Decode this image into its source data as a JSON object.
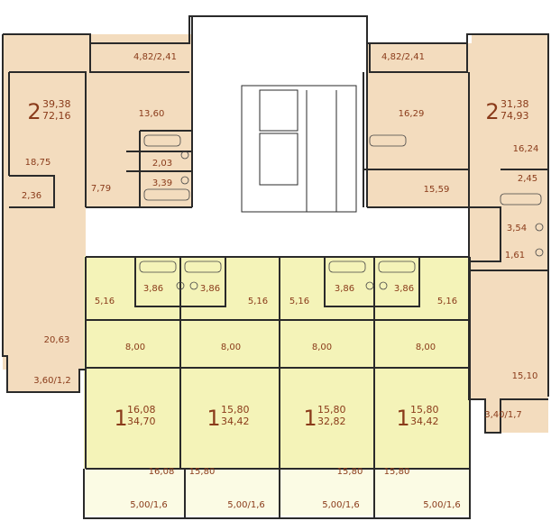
{
  "colors": {
    "tan": "#f3dcbe",
    "yellow": "#f4f3b8",
    "yellow_light": "#fbfbe4",
    "corridor": "#ffffff",
    "wall": "#2a2a2a",
    "text": "#8a3b1a"
  },
  "apartments": [
    {
      "id": "left-2room",
      "rooms": "2",
      "living": "39,38",
      "total": "72,16"
    },
    {
      "id": "right-2room",
      "rooms": "2",
      "living": "31,38",
      "total": "74,93"
    },
    {
      "id": "studio-a",
      "rooms": "1",
      "living": "16,08",
      "total": "34,70"
    },
    {
      "id": "studio-b",
      "rooms": "1",
      "living": "15,80",
      "total": "34,42"
    },
    {
      "id": "studio-c",
      "rooms": "1",
      "living": "15,80",
      "total": "32,82"
    },
    {
      "id": "studio-d",
      "rooms": "1",
      "living": "15,80",
      "total": "34,42"
    }
  ],
  "areas": {
    "balcony_top_left": "4,82/2,41",
    "balcony_top_right": "4,82/2,41",
    "l_room_big": "18,75",
    "l_room_136": "13,60",
    "l_wc_203": "2,03",
    "l_bath_339": "3,39",
    "l_hall_779": "7,79",
    "l_closet_236": "2,36",
    "l_kitchen_2063": "20,63",
    "l_balcony_bottom": "3,60/1,2",
    "r_room_1629": "16,29",
    "r_room_1624": "16,24",
    "r_closet_245": "2,45",
    "r_hall_1559": "15,59",
    "r_bath_354": "3,54",
    "r_wc_161": "1,61",
    "r_kitchen_1510": "15,10",
    "r_balcony_bottom": "3,40/1,7",
    "s_hall_1": "5,16",
    "s_hall_2": "5,16",
    "s_hall_3": "5,16",
    "s_hall_4": "5,16",
    "s_bath_1": "3,86",
    "s_bath_2": "3,86",
    "s_bath_3": "3,86",
    "s_bath_4": "3,86",
    "s_kitchen_1": "8,00",
    "s_kitchen_2": "8,00",
    "s_kitchen_3": "8,00",
    "s_kitchen_4": "8,00",
    "s_room_1": "16,08",
    "s_room_2": "15,80",
    "s_room_3": "15,80",
    "s_room_4": "15,80",
    "s_balcony_1": "5,00/1,6",
    "s_balcony_2": "5,00/1,6",
    "s_balcony_3": "5,00/1,6",
    "s_balcony_4": "5,00/1,6"
  }
}
